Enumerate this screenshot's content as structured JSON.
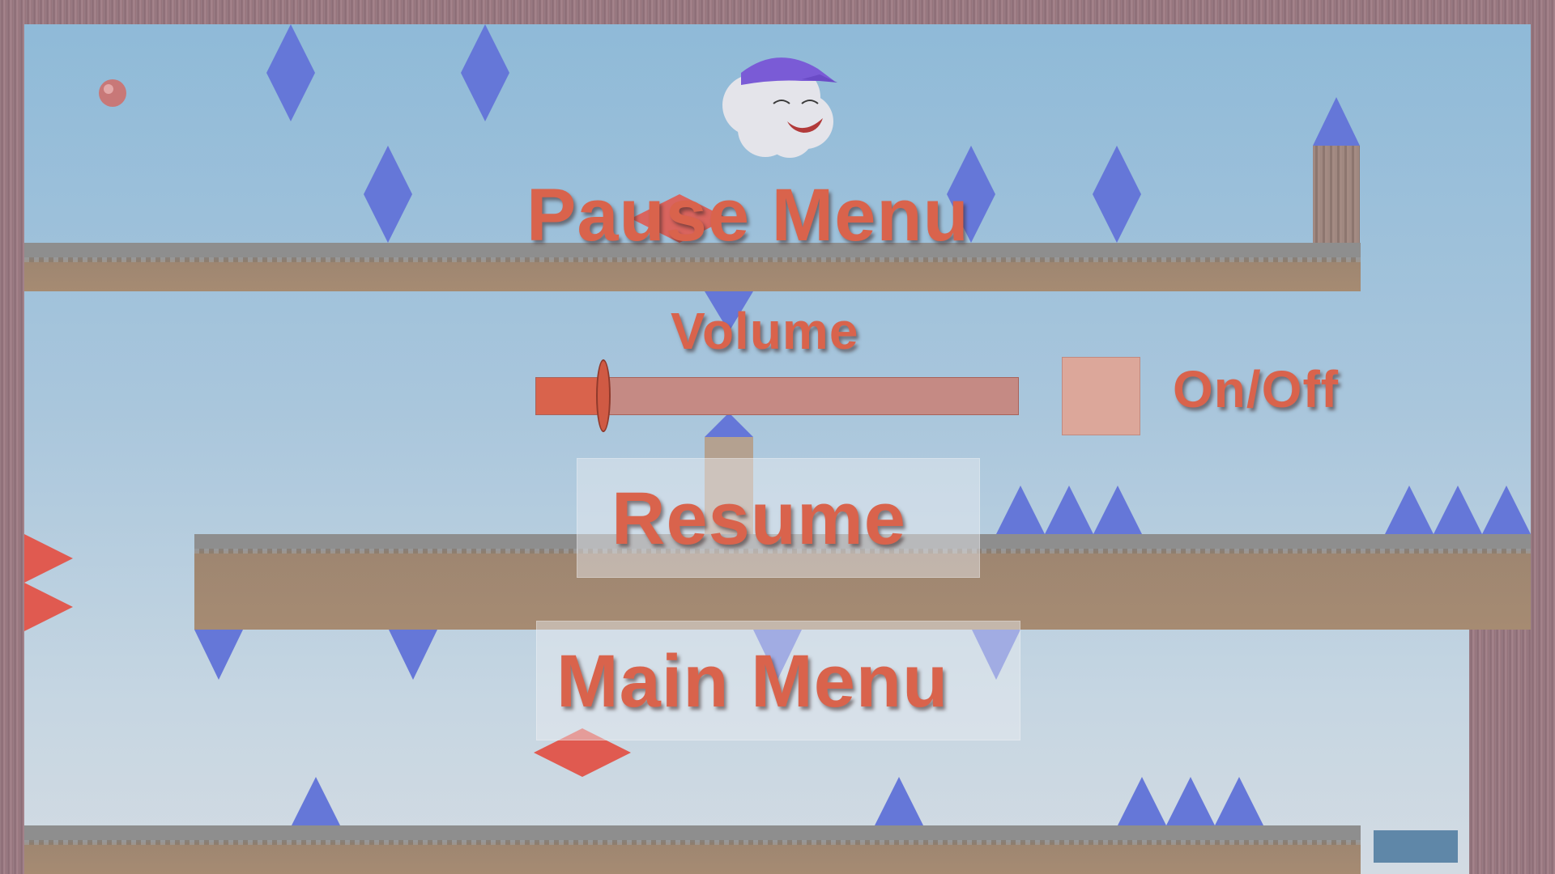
{
  "pause_menu": {
    "title": "Pause Menu",
    "volume_label": "Volume",
    "volume_fraction": 0.14,
    "toggle_label": "On/Off",
    "resume_label": "Resume",
    "main_menu_label": "Main Menu"
  },
  "colors": {
    "menu_text": "#d9634c",
    "spike_blue": "#6577d8",
    "spike_red": "#e05a50",
    "ground_top": "#8e8e8e",
    "ground_body": "#a68b72"
  },
  "sprites": {
    "player_icon": "cloud-with-cap-icon",
    "orb_icon": "pink-orb-icon"
  }
}
